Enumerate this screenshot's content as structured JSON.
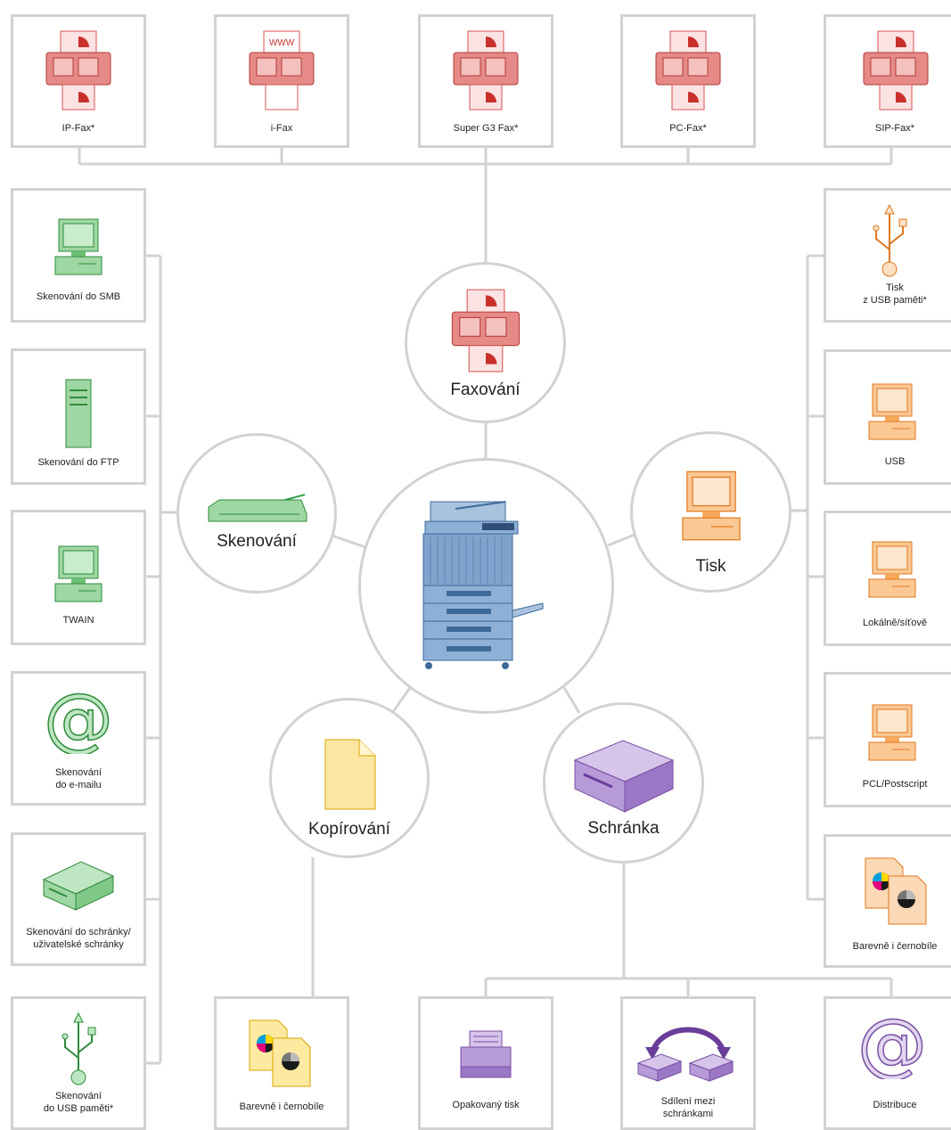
{
  "top_row": [
    {
      "id": "ip-fax",
      "label": "IP-Fax*"
    },
    {
      "id": "i-fax",
      "label": "i-Fax",
      "badge": "WWW"
    },
    {
      "id": "super-g3-fax",
      "label": "Super G3 Fax*"
    },
    {
      "id": "pc-fax",
      "label": "PC-Fax*"
    },
    {
      "id": "sip-fax",
      "label": "SIP-Fax*"
    }
  ],
  "left_column": [
    {
      "id": "scan-smb",
      "label": "Skenování do SMB"
    },
    {
      "id": "scan-ftp",
      "label": "Skenování do FTP"
    },
    {
      "id": "twain",
      "label": "TWAIN"
    },
    {
      "id": "scan-email",
      "label": "Skenování\ndo e-mailu"
    },
    {
      "id": "scan-box",
      "label": "Skenování do schránky/\nuživatelské schránky"
    },
    {
      "id": "scan-usb",
      "label": "Skenování\ndo USB paměti*"
    }
  ],
  "right_column": [
    {
      "id": "print-usb-memory",
      "label": "Tisk\nz USB paměti*"
    },
    {
      "id": "usb",
      "label": "USB"
    },
    {
      "id": "local-network",
      "label": "Lokálně/síťově"
    },
    {
      "id": "pcl-postscript",
      "label": "PCL/Postscript"
    },
    {
      "id": "print-color-bw",
      "label": "Barevně i černobíle"
    }
  ],
  "bottom_row": [
    {
      "id": "copy-color-bw",
      "label": "Barevně i černobíle"
    },
    {
      "id": "reprint",
      "label": "Opakovaný tisk"
    },
    {
      "id": "box-sharing",
      "label": "Sdílení mezi\nschránkami"
    },
    {
      "id": "distribution",
      "label": "Distribuce"
    }
  ],
  "hubs": {
    "fax": "Faxování",
    "scan": "Skenování",
    "print": "Tisk",
    "copy": "Kopírování",
    "box": "Schránka"
  },
  "colors": {
    "line": "#d2d2d2",
    "fax": "#d9534f",
    "scan": "#3aa04a",
    "print": "#f08a2c",
    "copy": "#f2c744",
    "box": "#7a4fa3",
    "device": "#5a86b8"
  }
}
